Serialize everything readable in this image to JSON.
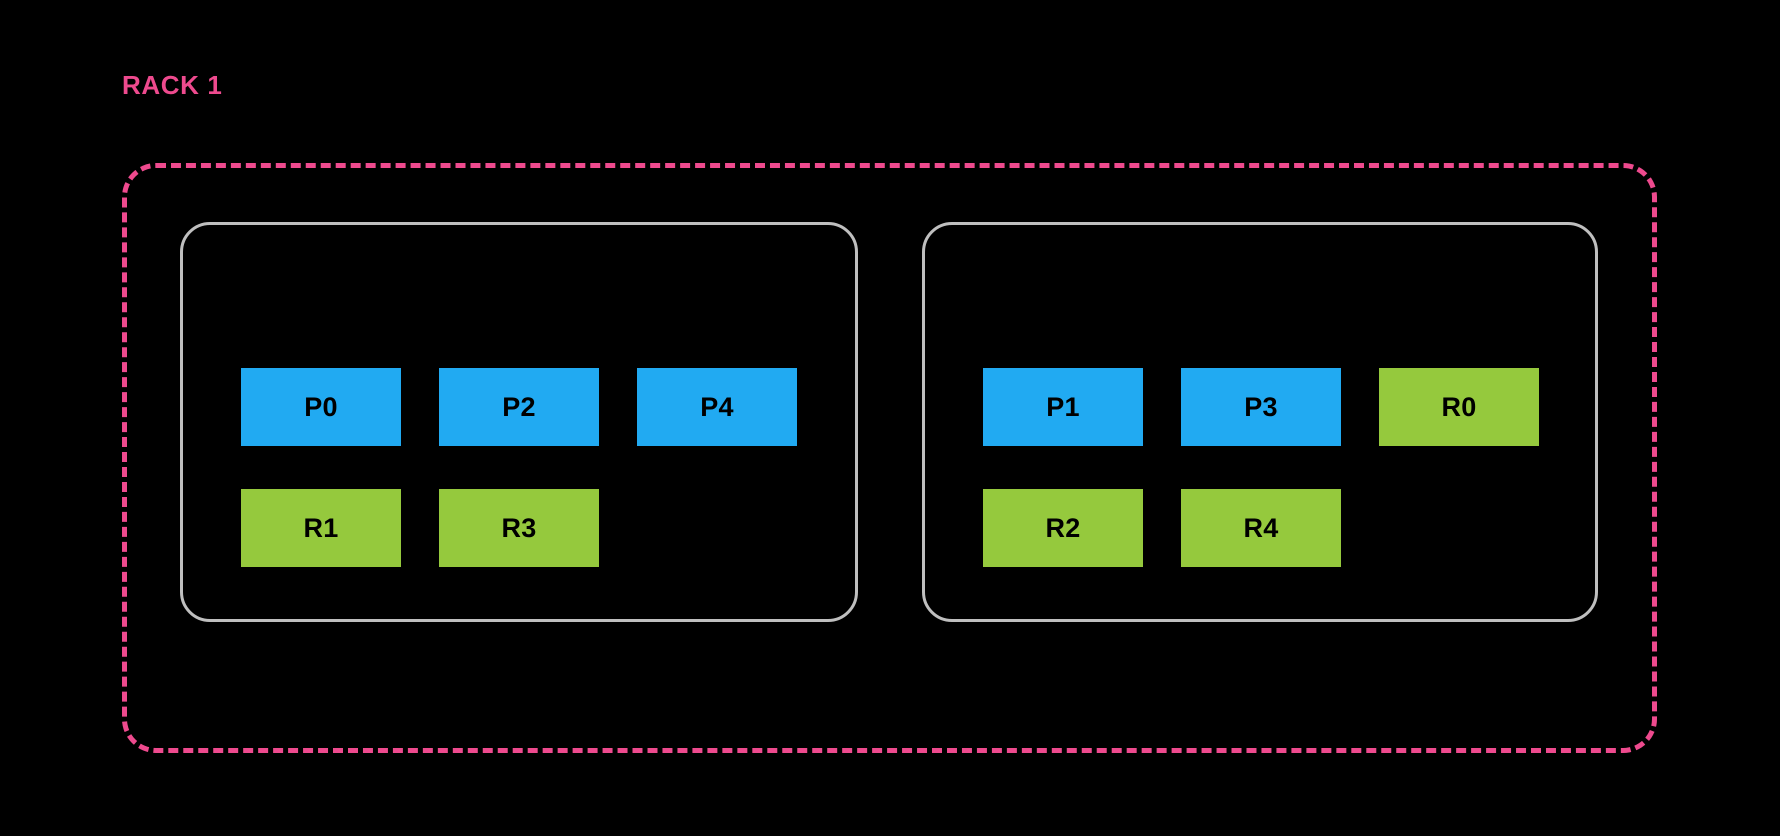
{
  "diagram": {
    "title": "RACK 1",
    "type": "rack-topology",
    "colors": {
      "background": "#000000",
      "rack_border": "#ee4a8e",
      "node_border": "#bfbfbf",
      "primary_fill": "#21aaf2",
      "replica_fill": "#95c93d",
      "label_text": "#000000"
    },
    "nodes": [
      {
        "id": "node-left",
        "rows": [
          [
            {
              "label": "P0",
              "kind": "primary"
            },
            {
              "label": "P2",
              "kind": "primary"
            },
            {
              "label": "P4",
              "kind": "primary"
            }
          ],
          [
            {
              "label": "R1",
              "kind": "replica"
            },
            {
              "label": "R3",
              "kind": "replica"
            }
          ]
        ]
      },
      {
        "id": "node-right",
        "rows": [
          [
            {
              "label": "P1",
              "kind": "primary"
            },
            {
              "label": "P3",
              "kind": "primary"
            },
            {
              "label": "R0",
              "kind": "replica"
            }
          ],
          [
            {
              "label": "R2",
              "kind": "replica"
            },
            {
              "label": "R4",
              "kind": "replica"
            }
          ]
        ]
      }
    ]
  }
}
